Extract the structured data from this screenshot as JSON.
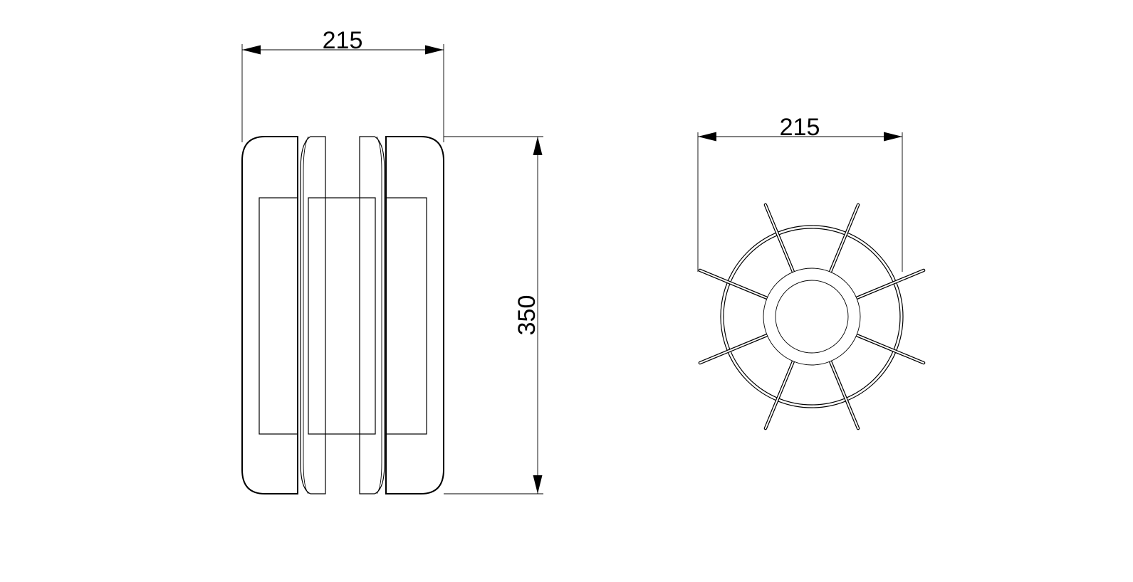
{
  "drawing": {
    "side_view": {
      "width_dimension": "215",
      "height_dimension": "350"
    },
    "top_view": {
      "width_dimension": "215",
      "spoke_count": 8
    },
    "line_color": "#000000",
    "background": "#ffffff"
  }
}
